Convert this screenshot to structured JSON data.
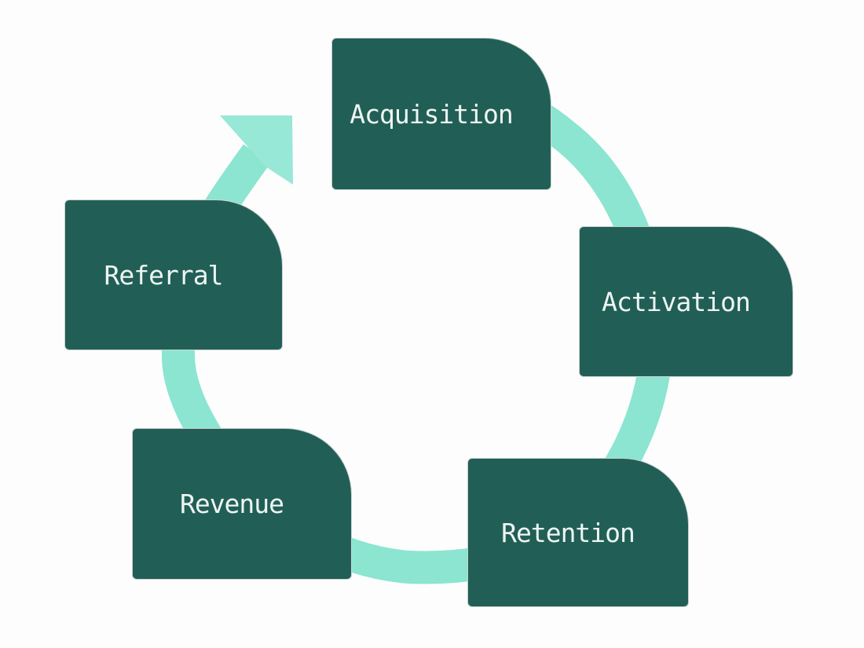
{
  "diagram": {
    "type": "cycle",
    "steps": [
      {
        "id": "acquisition",
        "label": "Acquisition"
      },
      {
        "id": "activation",
        "label": "Activation"
      },
      {
        "id": "retention",
        "label": "Retention"
      },
      {
        "id": "revenue",
        "label": "Revenue"
      },
      {
        "id": "referral",
        "label": "Referral"
      }
    ],
    "arrow": {
      "direction": "clockwise",
      "band_color": "#8be5d1",
      "head_color": "#97e8d6"
    },
    "colors": {
      "node_fill": "#215f56",
      "node_text": "#eef5f3",
      "background": "#fdfdfd"
    }
  }
}
